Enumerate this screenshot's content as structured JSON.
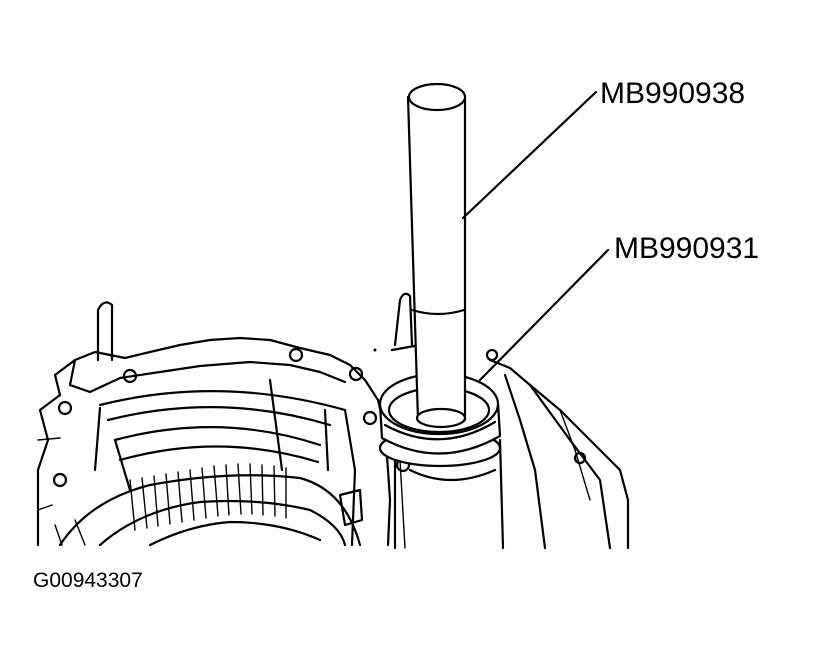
{
  "diagram": {
    "callouts": [
      {
        "id": "tool-rod",
        "label": "MB990938"
      },
      {
        "id": "tool-installer",
        "label": "MB990931"
      }
    ],
    "figure_id": "G00943307"
  },
  "colors": {
    "ink": "#000000",
    "paper": "#ffffff"
  }
}
